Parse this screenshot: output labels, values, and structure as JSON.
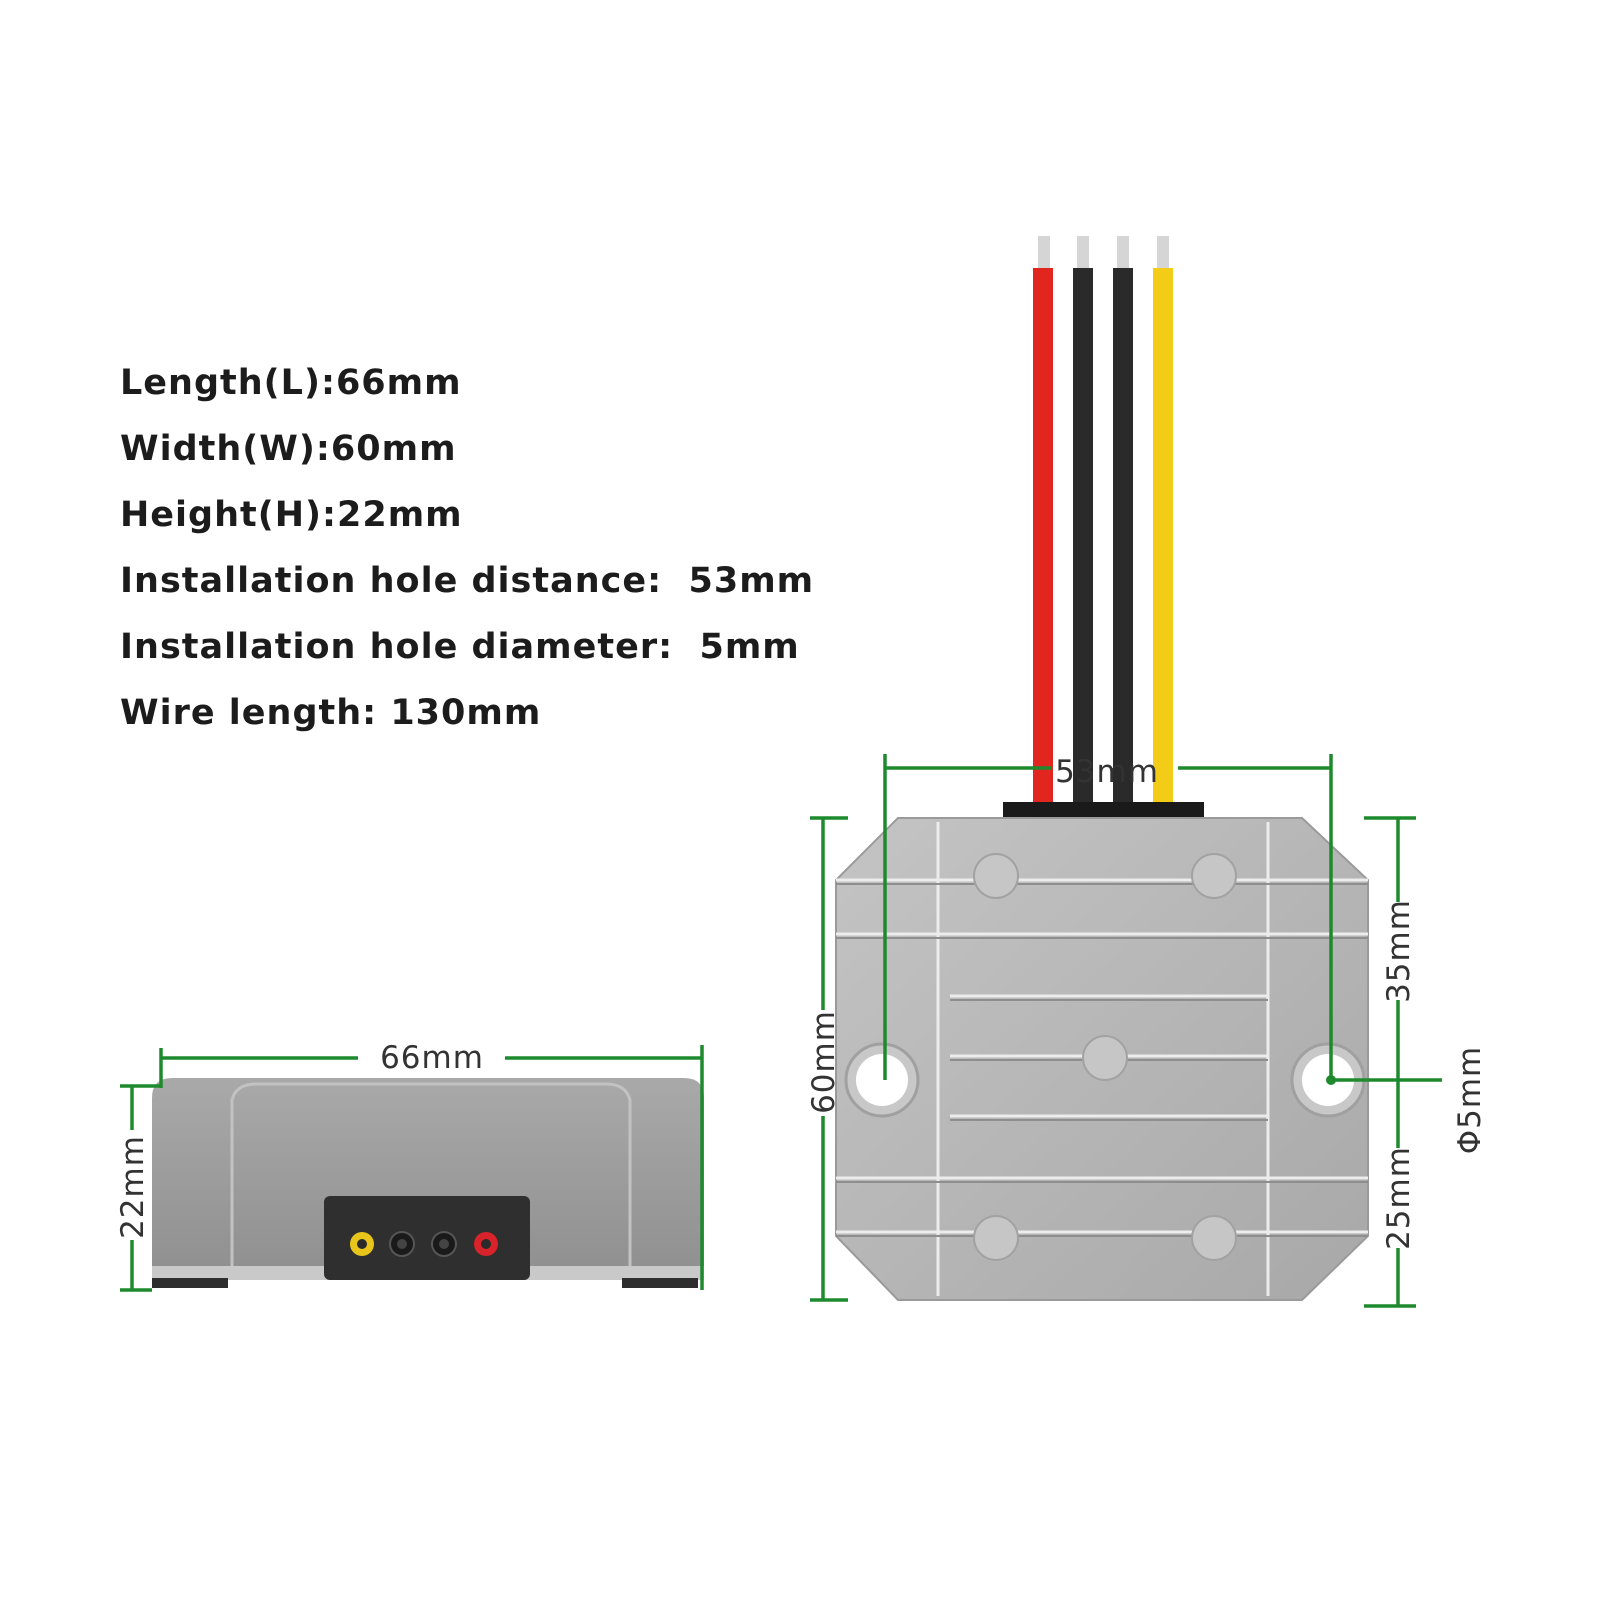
{
  "specs": [
    "Length(L):66mm",
    "Width(W):60mm",
    "Height(H):22mm",
    "Installation hole distance:  53mm",
    "Installation hole diameter:  5mm",
    "Wire length: 130mm"
  ],
  "dimensions": {
    "length": "66mm",
    "height": "22mm",
    "width": "60mm",
    "hole_distance": "53mm",
    "top_offset": "35mm",
    "bottom_offset": "25mm",
    "hole_diameter": "Φ5mm"
  },
  "colors": {
    "dimension_line": "#1e8a2e",
    "wire_red": "#e0261f",
    "wire_black": "#2a2a2a",
    "wire_yellow": "#f2cc16",
    "housing": "#b4b4b4",
    "indicator_yellow": "#e8c51a",
    "indicator_red": "#d8232a"
  },
  "wires": [
    "red",
    "black",
    "black",
    "yellow"
  ],
  "indicators": [
    "yellow",
    "black",
    "black",
    "red"
  ]
}
